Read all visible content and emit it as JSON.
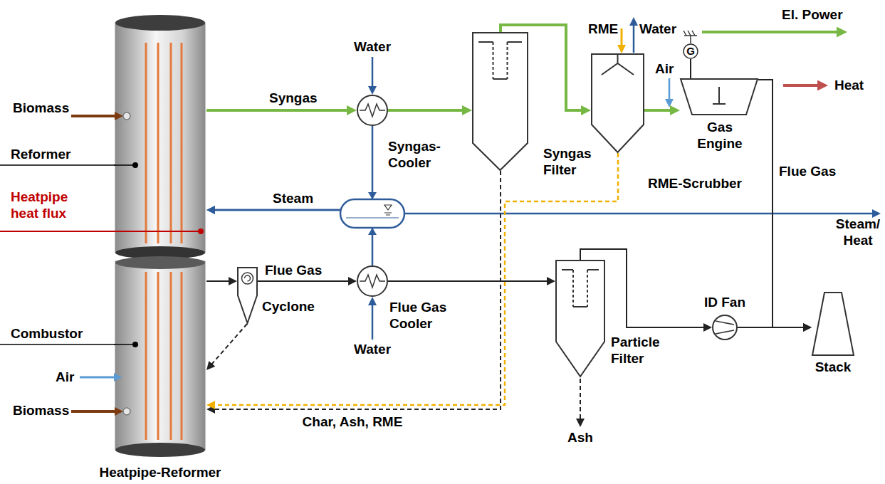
{
  "diagram": {
    "nodes": [
      {
        "text": [
          "Heatpipe-Reformer"
        ]
      },
      {
        "text": [
          "Syngas-Cooler"
        ]
      },
      {
        "text": [
          "Syngas Filter"
        ]
      },
      {
        "text": [
          "RME-Scrubber"
        ]
      },
      {
        "text": [
          "G"
        ]
      },
      {
        "text": [
          "Gas Engine"
        ]
      },
      {
        "text": [
          "Cyclone"
        ]
      },
      {
        "text": [
          "Flue Gas Cooler"
        ]
      },
      {
        "text": [
          "Particle Filter"
        ]
      },
      {
        "text": [
          "ID Fan"
        ]
      },
      {
        "text": [
          "Stack"
        ]
      }
    ],
    "edges": [
      {
        "from": 0,
        "to": 1,
        "label": "Syngas",
        "arrow": "to"
      },
      {
        "from": 1,
        "to": 2,
        "arrow": "to"
      },
      {
        "from": 2,
        "to": 3,
        "arrow": "to"
      },
      {
        "from": 3,
        "to": 5,
        "arrow": "to"
      },
      {
        "from": 5,
        "to": 4,
        "arrow": "none"
      },
      {
        "from": 1,
        "to": 0,
        "label": "Steam",
        "arrow": "to"
      },
      {
        "from": 0,
        "to": 6,
        "arrow": "to"
      },
      {
        "from": 6,
        "to": 7,
        "label": "Flue Gas",
        "arrow": "to"
      },
      {
        "from": 7,
        "to": 0,
        "arrow": "to"
      },
      {
        "from": 6,
        "to": 0,
        "arrow": "to"
      },
      {
        "from": 7,
        "to": 8,
        "arrow": "to"
      },
      {
        "from": 8,
        "to": 9,
        "arrow": "to"
      },
      {
        "from": 9,
        "to": 10,
        "arrow": "to"
      },
      {
        "from": 5,
        "to": 10,
        "label": "Flue Gas",
        "arrow": "to"
      },
      {
        "from": 2,
        "to": 0,
        "label": "Char, Ash, RME",
        "arrow": "to"
      },
      {
        "from": 3,
        "to": 0,
        "arrow": "to"
      }
    ],
    "labels": [
      "Biomass",
      "Reformer",
      "Heatpipe heat flux",
      "Combustor",
      "Air",
      "Biomass",
      "Water",
      "RME",
      "Water",
      "Air",
      "El. Power",
      "Heat",
      "Steam/ Heat",
      "Water",
      "Ash"
    ]
  }
}
